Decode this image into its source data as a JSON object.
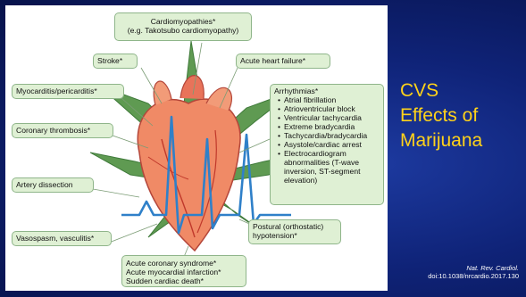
{
  "slide": {
    "title_lines": [
      "CVS",
      "Effects of",
      "Marijuana"
    ],
    "citation": {
      "journal": "Nat. Rev. Cardiol.",
      "doi": "doi:10.1038/nrcardio.2017.130"
    },
    "colors": {
      "background": "#0f2378",
      "title": "#ffd21a",
      "box_fill": "#dff0d4",
      "heart": "#f08a66",
      "ecg_trace": "#2f80c9",
      "leaf": "#5f9a52"
    }
  },
  "diagram": {
    "boxes": {
      "cardiomyopathies": [
        "Cardiomyopathies*",
        "(e.g. Takotsubo cardiomyopathy)"
      ],
      "stroke": "Stroke*",
      "acute_heart_failure": "Acute heart failure*",
      "myocarditis": "Myocarditis/pericarditis*",
      "coronary_thrombosis": "Coronary thrombosis*",
      "artery_dissection": "Artery dissection",
      "vasospasm": "Vasospasm, vasculitis*",
      "arrhythmias": {
        "title": "Arrhythmias*",
        "items": [
          "Atrial fibrillation",
          "Atrioventricular block",
          "Ventricular tachycardia",
          "Extreme bradycardia",
          "Tachycardia/bradycardia",
          "Asystole/cardiac arrest",
          "Electrocardiogram abnormalities (T-wave inversion, ST-segment elevation)"
        ]
      },
      "postural": [
        "Postural (orthostatic)",
        "hypotension*"
      ],
      "acs": [
        "Acute coronary syndrome*",
        "Acute myocardial infarction*",
        "Sudden cardiac death*"
      ]
    }
  }
}
